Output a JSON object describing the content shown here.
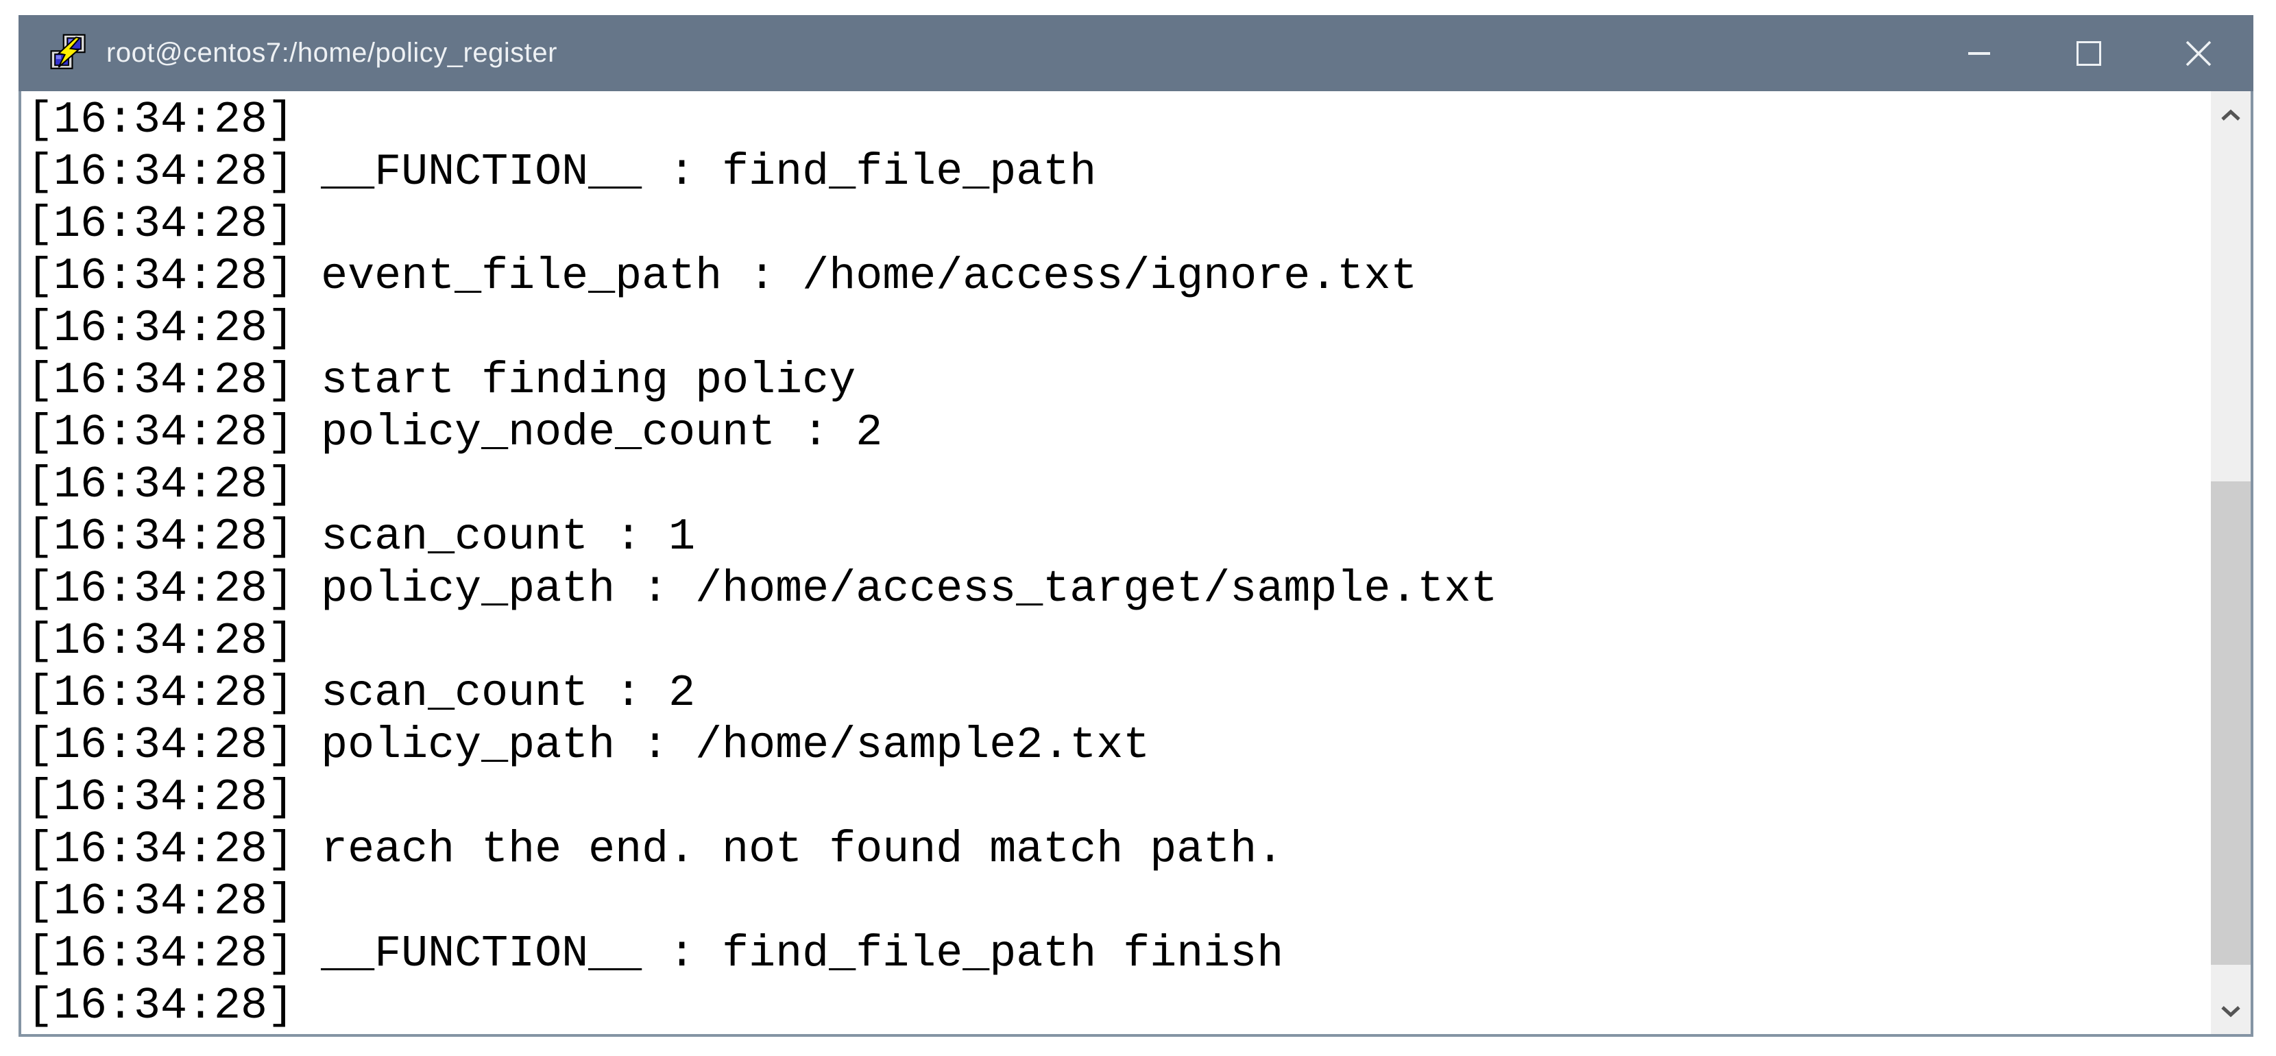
{
  "window": {
    "title": "root@centos7:/home/policy_register",
    "app_icon": "putty-icon",
    "controls": {
      "minimize": "minimize",
      "maximize": "maximize",
      "close": "close"
    }
  },
  "terminal": {
    "lines": [
      "[16:34:28]",
      "[16:34:28] __FUNCTION__ : find_file_path",
      "[16:34:28]",
      "[16:34:28] event_file_path : /home/access/ignore.txt",
      "[16:34:28]",
      "[16:34:28] start finding policy",
      "[16:34:28] policy_node_count : 2",
      "[16:34:28]",
      "[16:34:28] scan_count : 1",
      "[16:34:28] policy_path : /home/access_target/sample.txt",
      "[16:34:28]",
      "[16:34:28] scan_count : 2",
      "[16:34:28] policy_path : /home/sample2.txt",
      "[16:34:28]",
      "[16:34:28] reach the end. not found match path.",
      "[16:34:28]",
      "[16:34:28] __FUNCTION__ : find_file_path finish",
      "[16:34:28]"
    ]
  },
  "colors": {
    "titlebar_bg": "#667689",
    "titlebar_text": "#eef1f4",
    "window_border": "#8494a4",
    "terminal_bg": "#ffffff",
    "terminal_text": "#000000",
    "scrollbar_track": "#efefef",
    "scrollbar_thumb": "#cdcdcd",
    "scrollbar_arrow": "#555555"
  }
}
